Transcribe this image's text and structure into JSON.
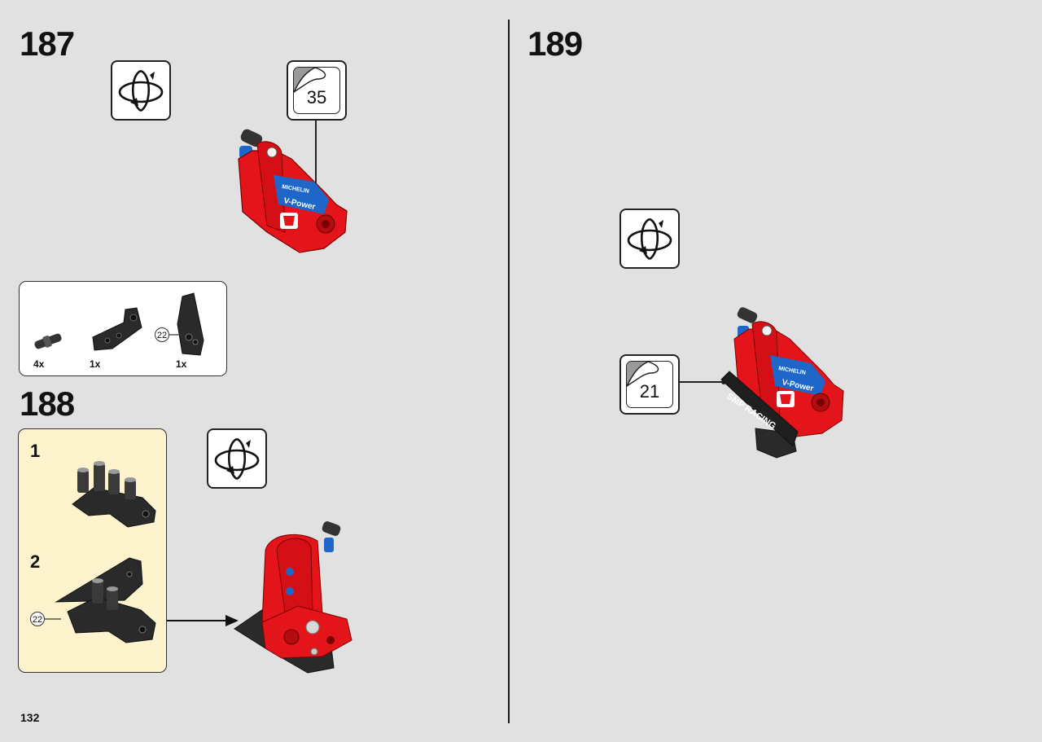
{
  "steps": {
    "s187": "187",
    "s188": "188",
    "s189": "189"
  },
  "stickers": {
    "s187_number": "35",
    "s189_number": "21"
  },
  "parts": [
    {
      "qty": "4x",
      "icon": "pin-connector-icon"
    },
    {
      "qty": "1x",
      "icon": "angled-beam-icon"
    },
    {
      "qty": "1x",
      "icon": "sticker-panel-icon",
      "callout": "22"
    }
  ],
  "substeps": {
    "sub1": "1",
    "sub2": "2",
    "sub2_callout": "22"
  },
  "sticker_texts": {
    "michelin": "MICHELIN",
    "vpower": "V-Power",
    "smp": "SMP RACING"
  },
  "page_number": "132",
  "colors": {
    "background": "#e1e1e1",
    "lego_red": "#e4141b",
    "lego_dark": "#2a2a2a",
    "sticker_blue": "#1e66c8",
    "subassembly_bg": "#fdf3cc"
  }
}
